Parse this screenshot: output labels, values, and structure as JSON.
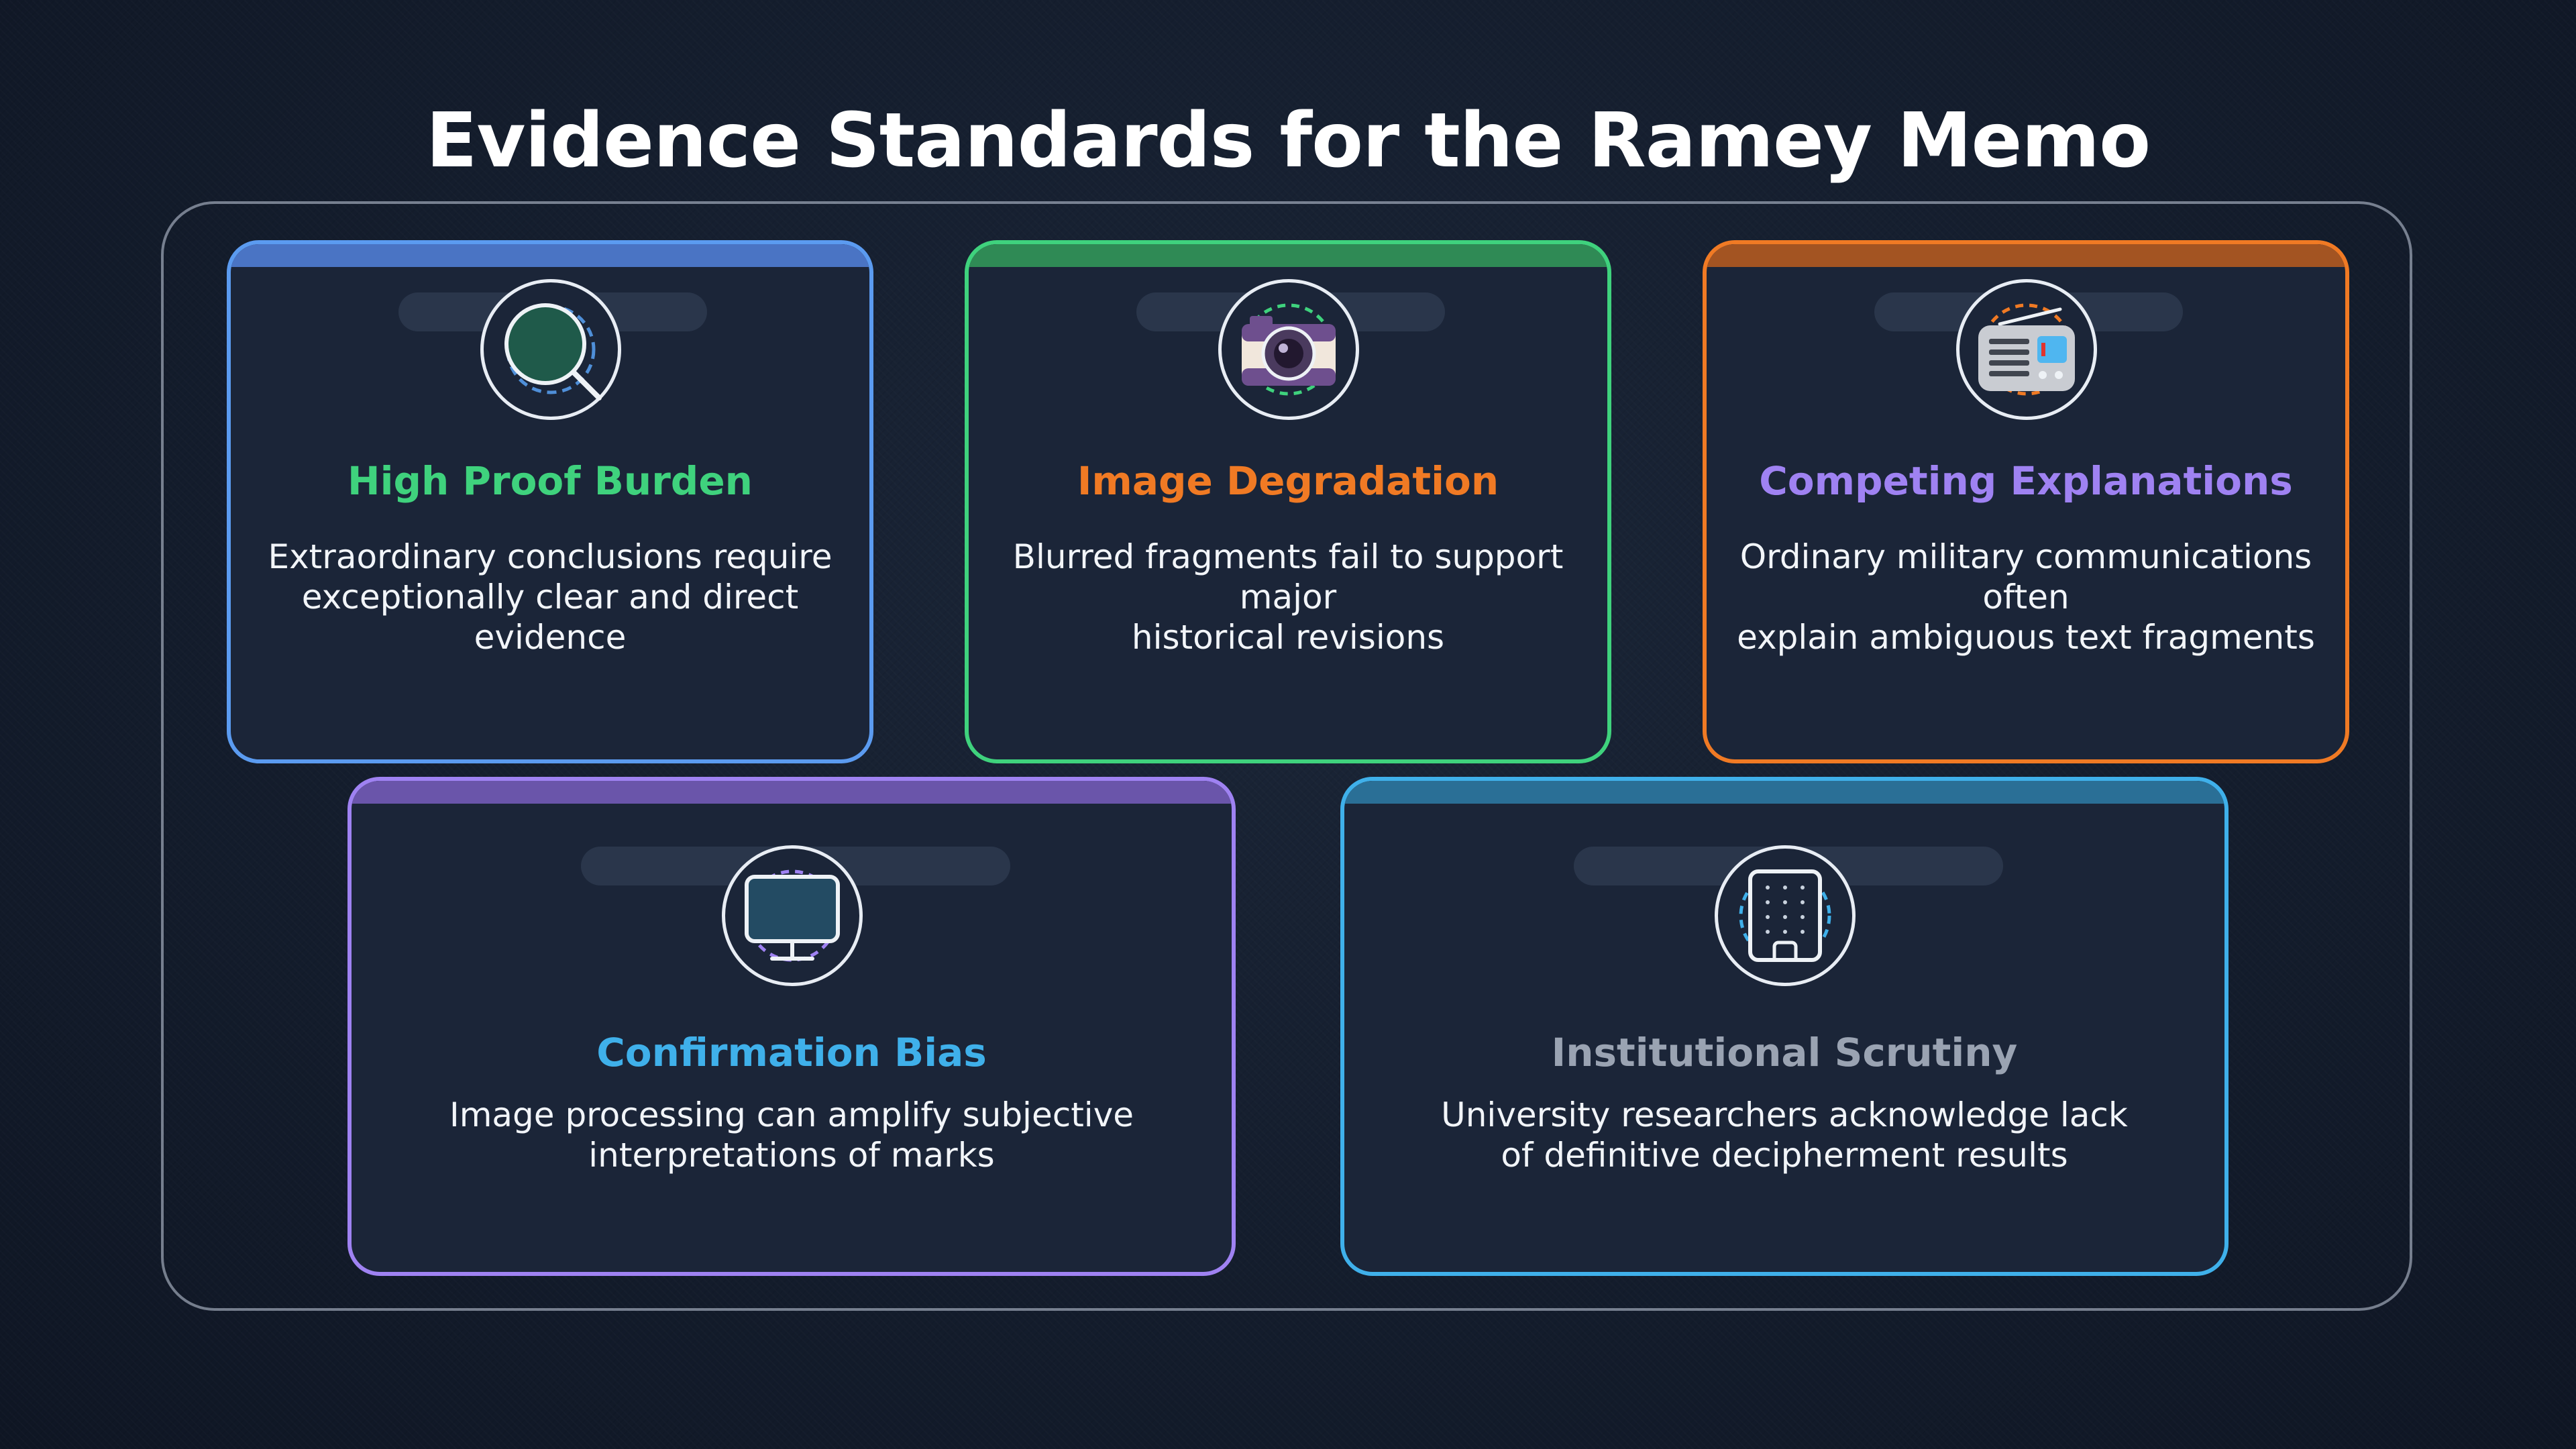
{
  "title": "Evidence Standards for the Ramey Memo",
  "colors": {
    "background": "#141d2d",
    "card_fill": "#1b2538",
    "blue": "#5b9bf0",
    "green": "#3fd27d",
    "orange": "#f07a24",
    "purple": "#9f82f2",
    "cyan": "#3fb0ea",
    "gray_text": "#9aa3b2"
  },
  "cards": [
    {
      "icon": "magnifier-icon",
      "heading": "High Proof Burden",
      "heading_color": "#3fd27d",
      "border_color": "#5b9bf0",
      "body_line1": "Extraordinary conclusions require",
      "body_line2": "exceptionally clear and direct evidence"
    },
    {
      "icon": "camera-icon",
      "heading": "Image Degradation",
      "heading_color": "#f07a24",
      "border_color": "#3fd27d",
      "body_line1": "Blurred fragments fail to support major",
      "body_line2": "historical revisions"
    },
    {
      "icon": "radio-icon",
      "heading": "Competing Explanations",
      "heading_color": "#9f82f2",
      "border_color": "#f07a24",
      "body_line1": "Ordinary military communications often",
      "body_line2": "explain ambiguous text fragments"
    },
    {
      "icon": "monitor-icon",
      "heading": "Confirmation Bias",
      "heading_color": "#3fb0ea",
      "border_color": "#9f82f2",
      "body_line1": "Image processing can amplify subjective",
      "body_line2": "interpretations of marks"
    },
    {
      "icon": "building-icon",
      "heading": "Institutional Scrutiny",
      "heading_color": "#9aa3b2",
      "border_color": "#3fb0ea",
      "body_line1": "University researchers acknowledge lack",
      "body_line2": "of definitive decipherment results"
    }
  ]
}
